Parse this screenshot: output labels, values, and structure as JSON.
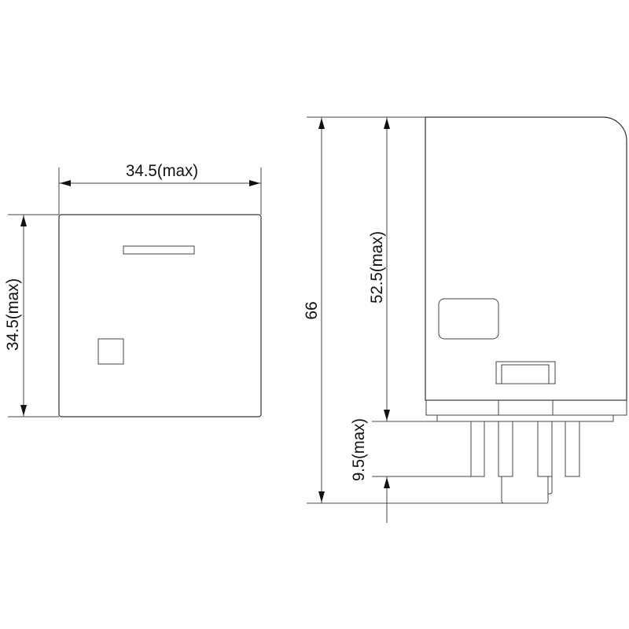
{
  "front_view": {
    "width_label": "34.5(max)",
    "height_label": "34.5(max)"
  },
  "side_view": {
    "total_height_label": "66",
    "body_height_label": "52.5(max)",
    "pin_length_label": "9.5(max)"
  },
  "colors": {
    "line": "#333333",
    "background": "#ffffff"
  }
}
